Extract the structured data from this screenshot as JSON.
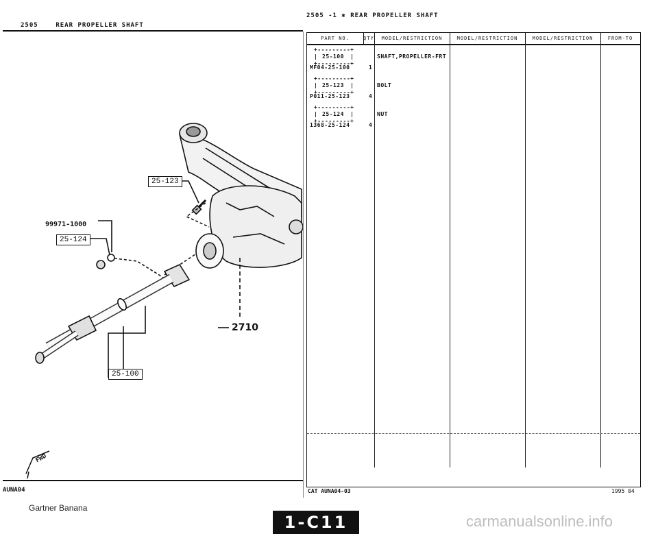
{
  "left_header": {
    "code": "2505",
    "title": "REAR PROPELLER SHAFT"
  },
  "right_header": {
    "code": "2505",
    "suffix": "-1 ✱",
    "title": "REAR PROPELLER SHAFT"
  },
  "callouts": {
    "c123": "25-123",
    "c124": "25-124",
    "c100": "25-100",
    "part_99971": "99971-1000",
    "ref_2710": "2710",
    "fwd": "FWD"
  },
  "diagram_code": "AUNA04",
  "table": {
    "headers": [
      "PART NO.",
      "QTY",
      "MODEL/RESTRICTION",
      "MODEL/RESTRICTION",
      "MODEL/RESTRICTION",
      "FROM-TO"
    ],
    "rows": [
      {
        "ref": "25-100",
        "part": "MF04-25-100",
        "qty": "1",
        "desc": "SHAFT,PROPELLER-FRT"
      },
      {
        "ref": "25-123",
        "part": "P011-25-123",
        "qty": "4",
        "desc": "BOLT"
      },
      {
        "ref": "25-124",
        "part": "1368-25-124",
        "qty": "4",
        "desc": "NUT"
      }
    ]
  },
  "footer": {
    "cat": "CAT  AUNA04-03",
    "date": "1995 04",
    "brand": "Gartner Banana",
    "page": "1-C11",
    "watermark": "carmanualsonline.info"
  }
}
